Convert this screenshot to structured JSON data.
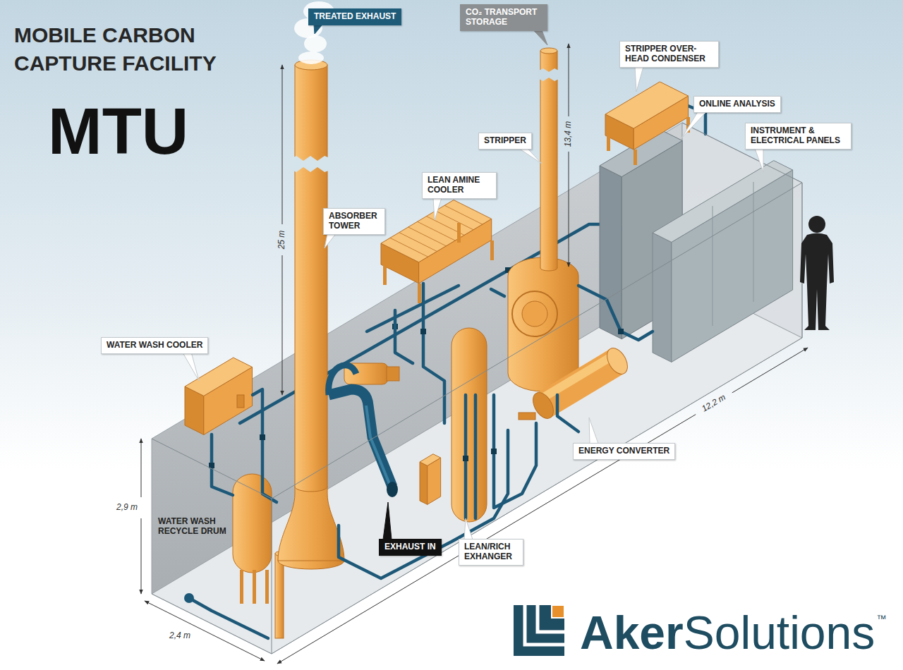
{
  "diagram": {
    "title": "MOBILE CARBON CAPTURE FACILITY",
    "nodes": [
      {
        "text": [
          "TREATED EXHAUST"
        ]
      },
      {
        "text": [
          "CO₂ TRANSPORT STORAGE"
        ]
      },
      {
        "text": [
          "STRIPPER OVER-HEAD CONDENSER"
        ]
      },
      {
        "text": [
          "ONLINE ANALYSIS"
        ]
      },
      {
        "text": [
          "STRIPPER"
        ]
      },
      {
        "text": [
          "INSTRUMENT & ELECTRICAL PANELS"
        ]
      },
      {
        "text": [
          "LEAN AMINE COOLER"
        ]
      },
      {
        "text": [
          "ABSORBER TOWER"
        ]
      },
      {
        "text": [
          "WATER WASH COOLER"
        ]
      },
      {
        "text": [
          "ENERGY CONVERTER"
        ]
      },
      {
        "text": [
          "EXHAUST IN"
        ]
      },
      {
        "text": [
          "LEAN/RICH EXHANGER"
        ]
      }
    ],
    "labels": [
      "MTU",
      "25 m",
      "13,4 m",
      "12,2 m",
      "2,9 m",
      "2,4 m",
      "WATER WASH RECYCLE DRUM",
      "Aker",
      "Solutions",
      "™"
    ]
  }
}
